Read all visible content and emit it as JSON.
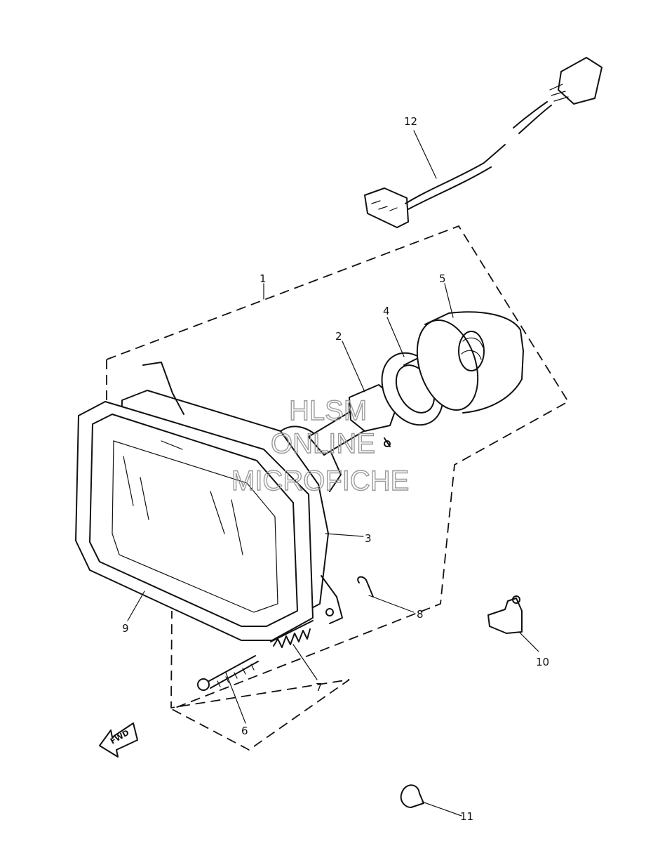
{
  "callouts": [
    {
      "id": "1",
      "label": "1"
    },
    {
      "id": "2",
      "label": "2"
    },
    {
      "id": "3",
      "label": "3"
    },
    {
      "id": "4",
      "label": "4"
    },
    {
      "id": "5",
      "label": "5"
    },
    {
      "id": "6",
      "label": "6"
    },
    {
      "id": "7",
      "label": "7"
    },
    {
      "id": "8",
      "label": "8"
    },
    {
      "id": "9",
      "label": "9"
    },
    {
      "id": "10",
      "label": "10"
    },
    {
      "id": "11",
      "label": "11"
    },
    {
      "id": "12",
      "label": "12"
    }
  ],
  "fwd_label": "FWD",
  "watermark": {
    "line1": "HLSM",
    "line2": "ONLINE",
    "line3": "MICROFICHE"
  }
}
